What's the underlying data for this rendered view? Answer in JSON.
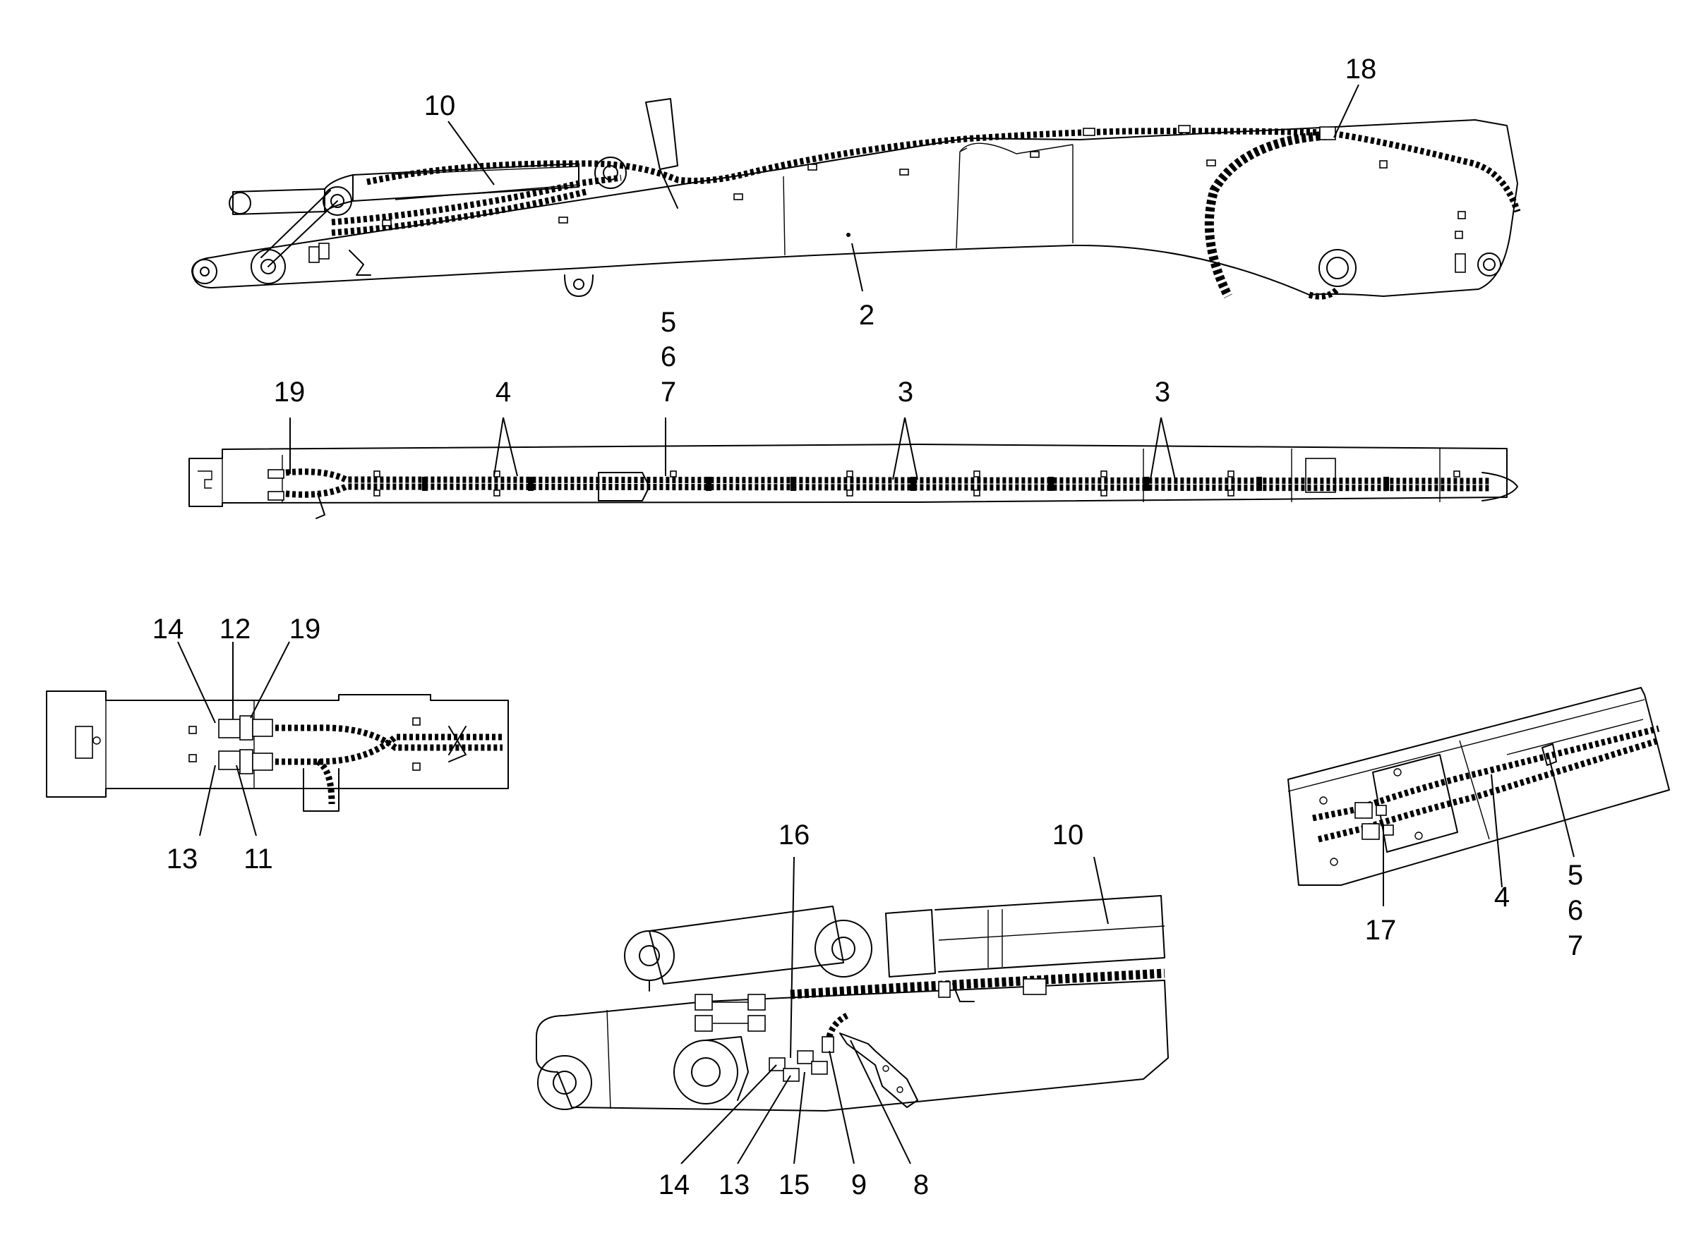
{
  "callouts": {
    "top_view": {
      "c10": "10",
      "c18": "18",
      "c2": "2"
    },
    "plan_view": {
      "c5": "5",
      "c6": "6",
      "c7": "7",
      "c19": "19",
      "c4": "4",
      "c3a": "3",
      "c3b": "3"
    },
    "detail_left": {
      "c14": "14",
      "c12": "12",
      "c19": "19",
      "c13": "13",
      "c11": "11"
    },
    "detail_right": {
      "c17": "17",
      "c4": "4",
      "c5": "5",
      "c6": "6",
      "c7": "7"
    },
    "detail_bottom": {
      "c16": "16",
      "c10": "10",
      "c14": "14",
      "c13": "13",
      "c15": "15",
      "c9": "9",
      "c8": "8"
    }
  }
}
